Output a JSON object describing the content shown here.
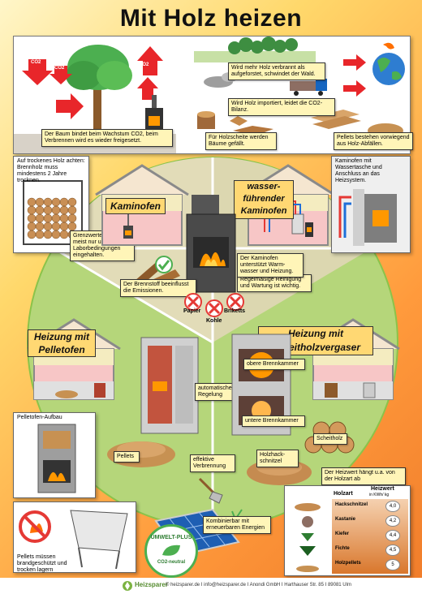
{
  "title": "Mit Holz heizen",
  "top": {
    "co2": "CO2",
    "tree_note": "Der Baum bindet beim Wachstum CO2, beim Verbrennen wird es wieder freigesetzt.",
    "forest_note": "Wird mehr Holz verbrannt als aufgeforstet, schwindet der Wald.",
    "import_note": "Wird Holz importiert, leidet die CO2-Bilanz.",
    "chips_note": "Für Holzscheite werden Bäume gefällt.",
    "pellets_note": "Pellets bestehen vorwiegend aus Holz-Abfällen."
  },
  "left_top": {
    "dry_wood_note": "Auf trockenes Holz achten: Brennholz muss mindestens 2 Jahre trocknen.",
    "limits_note": "Grenzwerte werden meist nur unter Laborbedingungen eingehalten."
  },
  "kaminofen": {
    "label": "Kaminofen",
    "fuel_note": "Der Brennstoff beeinflusst die Emissionen.",
    "fuels": [
      "Papier",
      "Kohle",
      "Briketts"
    ],
    "maintenance_note": "Regelmäßige Reinigung und Wartung ist wichtig."
  },
  "wasser": {
    "label_line1": "wasser-",
    "label_line2": "führender",
    "label_line3": "Kaminofen",
    "support_note": "Der Kaminofen unterstützt Warm-wasser und Heizung.",
    "right_note": "Kaminofen mit Wassertasche und Anschluss an das Heizsystem."
  },
  "pellet": {
    "label_line1": "Heizung mit",
    "label_line2": "Pelletofen",
    "auto_note": "automatische Regelung",
    "pellets_label": "Pellets",
    "aufbau_note": "Pelletofen-Aufbau",
    "efficient_note": "effektive Verbrennung",
    "storage_note": "Pellets müssen brandgeschützt und trocken lagern"
  },
  "scheitholz": {
    "label_line1": "Heizung mit",
    "label_line2": "Scheitholzvergaser",
    "upper_note": "obere Brennkammer",
    "lower_note": "untere Brennkammer",
    "scheitholz_label": "Scheitholz",
    "schnitzel_label": "Holzhack-schnitzel"
  },
  "solar": {
    "note": "Kombinierbar mit erneuerbaren Energien",
    "badge_top": "UMWELT-PLUS",
    "badge_bottom": "CO2-neutral"
  },
  "heat_table": {
    "intro": "Der Heizwert hängt u.a. von der Holzart ab",
    "col_wood": "Holzart",
    "col_value": "Heizwert",
    "unit": "in KWh/ kg",
    "rows": [
      {
        "name": "Hackschnitzel",
        "value": "4,0"
      },
      {
        "name": "Kastanie",
        "value": "4,2"
      },
      {
        "name": "Kiefer",
        "value": "4,4"
      },
      {
        "name": "Fichte",
        "value": "4,5"
      },
      {
        "name": "Holzpellets",
        "value": "5"
      }
    ]
  },
  "footer": {
    "brand": "Heizsparer",
    "text": "© heizsparer.de I info@heizsparer.de I Anondi GmbH I Harthauser Str. 85 I 89081 Ulm"
  },
  "colors": {
    "accent_red": "#e8262a",
    "note_yellow": "#fff5b8",
    "circle_green": "#8bc34a"
  }
}
